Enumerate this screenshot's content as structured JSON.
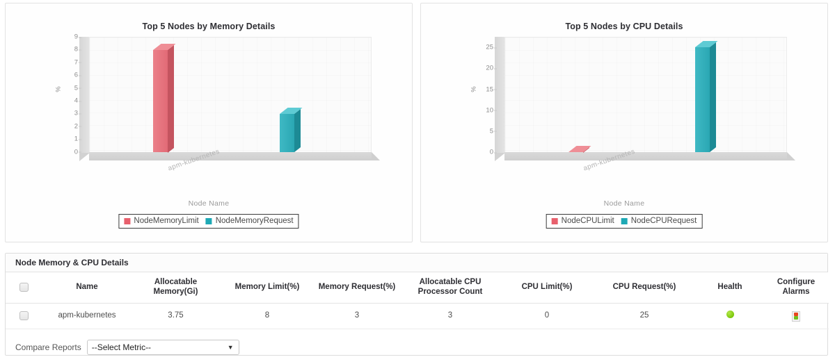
{
  "charts": [
    {
      "id": "memory",
      "title": "Top 5 Nodes by Memory Details",
      "ylabel": "%",
      "xlabel": "Node Name",
      "category": "apm-kubernetes",
      "legend": [
        {
          "label": "NodeMemoryLimit",
          "color": "#e8606d"
        },
        {
          "label": "NodeMemoryRequest",
          "color": "#1ea9b5"
        }
      ],
      "yticks": [
        "9",
        "8",
        "7",
        "6",
        "5",
        "4",
        "3",
        "2",
        "1",
        "0"
      ]
    },
    {
      "id": "cpu",
      "title": "Top 5 Nodes by CPU Details",
      "ylabel": "%",
      "xlabel": "Node Name",
      "category": "apm-kubernetes",
      "legend": [
        {
          "label": "NodeCPULimit",
          "color": "#e8606d"
        },
        {
          "label": "NodeCPURequest",
          "color": "#1ea9b5"
        }
      ],
      "yticks": [
        "25",
        "20",
        "15",
        "10",
        "5",
        "0"
      ]
    }
  ],
  "chart_data": [
    {
      "type": "bar",
      "title": "Top 5 Nodes by Memory Details",
      "xlabel": "Node Name",
      "ylabel": "%",
      "categories": [
        "apm-kubernetes"
      ],
      "series": [
        {
          "name": "NodeMemoryLimit",
          "values": [
            8
          ],
          "color": "#e8606d"
        },
        {
          "name": "NodeMemoryRequest",
          "values": [
            3
          ],
          "color": "#1ea9b5"
        }
      ],
      "ylim": [
        0,
        9
      ],
      "yticks": [
        0,
        1,
        2,
        3,
        4,
        5,
        6,
        7,
        8,
        9
      ],
      "grid": true,
      "legend_position": "bottom",
      "render": "3d-column"
    },
    {
      "type": "bar",
      "title": "Top 5 Nodes by CPU Details",
      "xlabel": "Node Name",
      "ylabel": "%",
      "categories": [
        "apm-kubernetes"
      ],
      "series": [
        {
          "name": "NodeCPULimit",
          "values": [
            0
          ],
          "color": "#e8606d"
        },
        {
          "name": "NodeCPURequest",
          "values": [
            25
          ],
          "color": "#1ea9b5"
        }
      ],
      "ylim": [
        0,
        27.5
      ],
      "yticks": [
        0,
        5,
        10,
        15,
        20,
        25
      ],
      "grid": true,
      "legend_position": "bottom",
      "render": "3d-column"
    }
  ],
  "table": {
    "panel_title": "Node Memory & CPU Details",
    "headers": {
      "check": "",
      "name": "Name",
      "allocatable_memory": "Allocatable Memory(Gi)",
      "memory_limit": "Memory Limit(%)",
      "memory_request": "Memory Request(%)",
      "allocatable_cpu": "Allocatable CPU Processor Count",
      "cpu_limit": "CPU Limit(%)",
      "cpu_request": "CPU Request(%)",
      "health": "Health",
      "configure_alarms": "Configure Alarms"
    },
    "rows": [
      {
        "name": "apm-kubernetes",
        "allocatable_memory": "3.75",
        "memory_limit": "8",
        "memory_request": "3",
        "allocatable_cpu": "3",
        "cpu_limit": "0",
        "cpu_request": "25",
        "health_status": "healthy",
        "health_color": "#7ac70c"
      }
    ]
  },
  "footer": {
    "compare_label": "Compare Reports",
    "select_value": "--Select Metric--",
    "select_arrow": "▼"
  }
}
